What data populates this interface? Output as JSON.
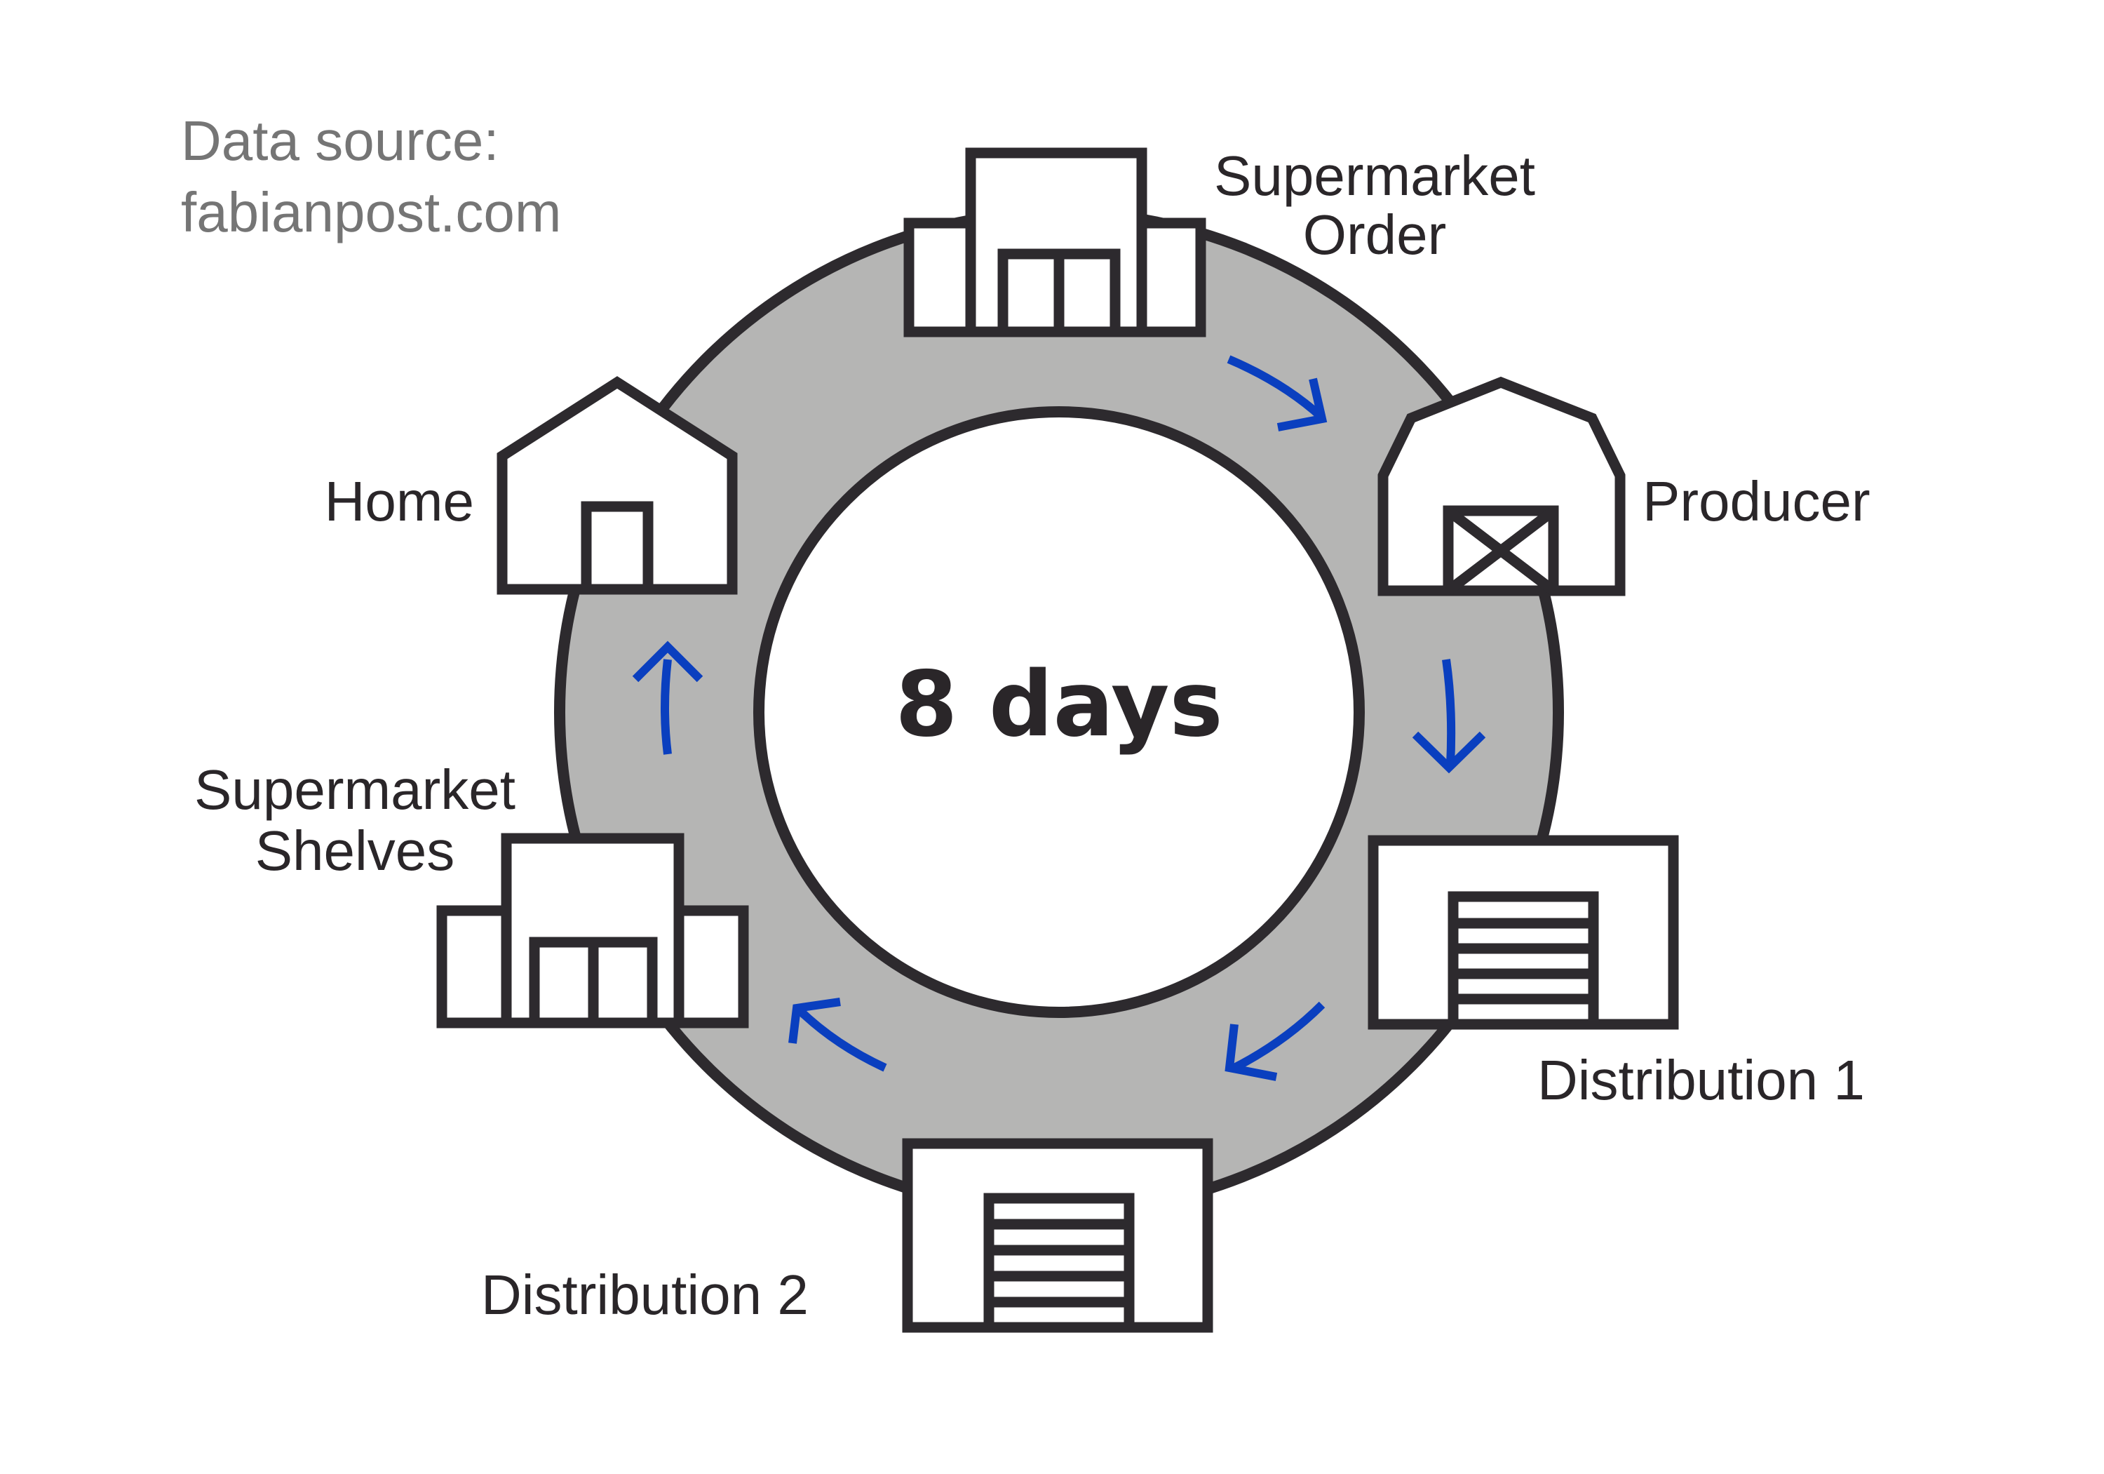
{
  "source": {
    "line1": "Data source:",
    "line2": "fabianpost.com"
  },
  "center": {
    "label": "8 days"
  },
  "stages": {
    "supermarket_order": {
      "line1": "Supermarket",
      "line2": "Order",
      "icon": "supermarket-icon"
    },
    "producer": {
      "label": "Producer",
      "icon": "barn-icon"
    },
    "distribution_1": {
      "label": "Distribution 1",
      "icon": "warehouse-icon"
    },
    "distribution_2": {
      "label": "Distribution 2",
      "icon": "warehouse-icon"
    },
    "supermarket_shelves": {
      "line1": "Supermarket",
      "line2": "Shelves",
      "icon": "supermarket-icon"
    },
    "home": {
      "label": "Home",
      "icon": "house-icon"
    }
  },
  "colors": {
    "ring_fill": "#b5b5b4",
    "outline": "#2d2a2e",
    "arrow": "#0a3fbf",
    "source_text": "#757575",
    "label_text": "#2a2629"
  }
}
